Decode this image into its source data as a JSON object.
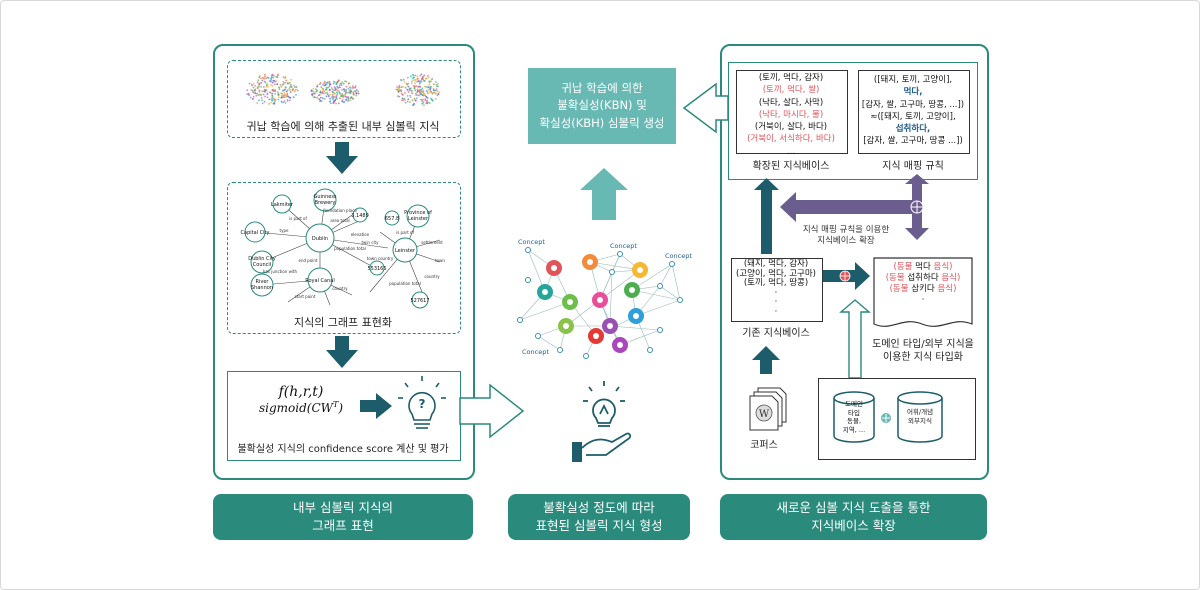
{
  "left_panel": {
    "scatter_caption": "귀납 학습에 의해 추출된 내부 심볼릭 지식",
    "graph_caption": "지식의 그래프 표현화",
    "formula_line1": "f(h,r,t)",
    "formula_line2": "sigmoid(CW",
    "formula_sup": "T",
    "formula_close": ")",
    "confidence_caption": "불확실성 지식의 confidence score 계산 및 평가",
    "graph_nodes": [
      "Lakmiter",
      "Guinness Brewery",
      "Capital City",
      "Dublin",
      "Dublin City Council",
      "River Shannon",
      "Royal Canal",
      "Province of Leinster",
      "Leinster",
      "3.1489",
      "657.8",
      "553165",
      "527617"
    ],
    "graph_edge_labels": [
      "is part of",
      "foundation place",
      "area total",
      "type",
      "population total",
      "elevation",
      "twin city",
      "has junction with",
      "end point",
      "country",
      "start point",
      "town country",
      "is part of",
      "settlement",
      "population total",
      "town",
      "country"
    ]
  },
  "center": {
    "top_box": [
      "귀납 학습에 의한",
      "불확실성(KBN) 및",
      "확실성(KBH) 심볼릭 생성"
    ],
    "concept_labels": [
      "Concept",
      "Concept",
      "Concept",
      "Concept"
    ]
  },
  "right_panel": {
    "expanded_kb_lines": [
      {
        "text": "(토끼, 먹다, 감자)",
        "color": "black"
      },
      {
        "text": "(토끼, 먹다, 쌀)",
        "color": "red"
      },
      {
        "text": "(낙타, 살다, 사막)",
        "color": "black"
      },
      {
        "text": "(낙타, 마시다, 물)",
        "color": "red"
      },
      {
        "text": "(거북이, 살다, 바다)",
        "color": "black"
      },
      {
        "text": "(거북이, 서식하다, 바다)",
        "color": "red"
      },
      {
        "text": "...",
        "color": "black"
      }
    ],
    "expanded_kb_caption": "확장된 지식베이스",
    "mapping_lines": [
      {
        "text": "([돼지, 토끼, 고양이],",
        "color": "black"
      },
      {
        "text": "먹다,",
        "color": "blue"
      },
      {
        "text": "[감자, 쌀, 고구마, 땅콩, ...])",
        "color": "black"
      },
      {
        "text": "≈([돼지, 토끼, 고양이],",
        "color": "black"
      },
      {
        "text": "섭취하다,",
        "color": "blue"
      },
      {
        "text": "[감자, 쌀, 고구마, 땅콩 ...])",
        "color": "black"
      }
    ],
    "mapping_caption": "지식 매핑 규칙",
    "expand_label": [
      "지식 매핑 규칙을 이용한",
      "지식베이스 확장"
    ],
    "existing_kb_lines": [
      "(돼지, 먹다, 감자)",
      "(고양이, 먹다, 고구마)",
      "(토끼, 먹다, 땅콩)",
      "·",
      "·",
      "·"
    ],
    "existing_kb_caption": "기존 지식베이스",
    "typed_lines": [
      {
        "parts": [
          {
            "t": "(동물",
            "c": "red"
          },
          {
            "t": " 먹다 ",
            "c": "black"
          },
          {
            "t": "음식)",
            "c": "red"
          }
        ]
      },
      {
        "parts": [
          {
            "t": "(동물",
            "c": "red"
          },
          {
            "t": " 섭취하다 ",
            "c": "black"
          },
          {
            "t": "음식)",
            "c": "red"
          }
        ]
      },
      {
        "parts": [
          {
            "t": "(동물",
            "c": "red"
          },
          {
            "t": " 삼키다 ",
            "c": "black"
          },
          {
            "t": "음식)",
            "c": "red"
          }
        ]
      },
      {
        "parts": [
          {
            "t": "·",
            "c": "black"
          }
        ]
      }
    ],
    "typing_caption": [
      "도메인 타입/외부 지식을",
      "이용한 지식 타입화"
    ],
    "db_left": [
      "도메인",
      "타입",
      "동물,",
      "지역, ..."
    ],
    "db_right": [
      "어휘/개념",
      "외부지식"
    ],
    "corpus_caption": "코퍼스"
  },
  "footers": {
    "left": [
      "내부 심볼릭 지식의",
      "그래프 표현"
    ],
    "center": [
      "불확실성 정도에 따라",
      "표현된 심볼릭 지식 형성"
    ],
    "right": [
      "새로운 심볼 지식 도출을 통한",
      "지식베이스 확장"
    ]
  },
  "colors": {
    "teal": "#2a8a7c",
    "light_teal": "#68b8b3",
    "dark_teal": "#1d5d6b",
    "purple": "#6b5e8e",
    "red": "#e0545a"
  }
}
